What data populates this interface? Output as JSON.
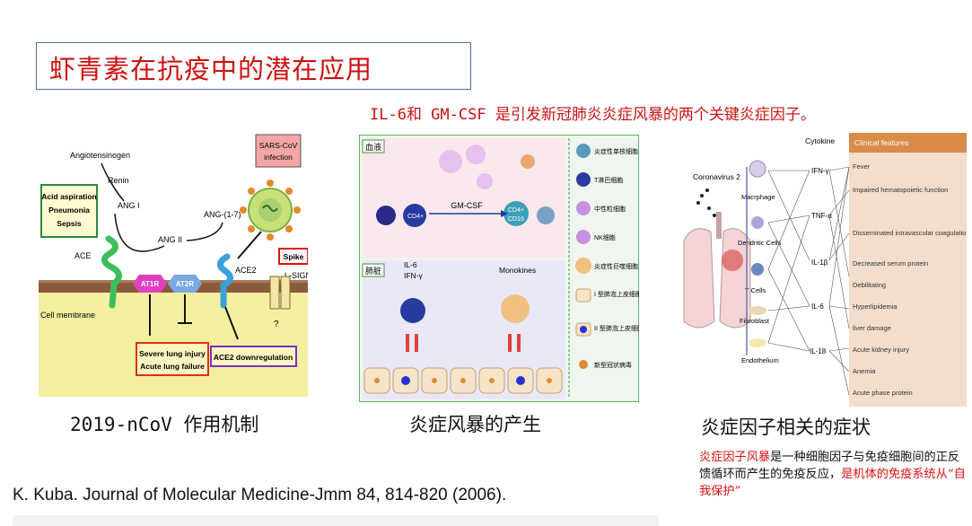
{
  "slide": {
    "title": "虾青素在抗疫中的潜在应用",
    "subtitle": "IL-6和 GM-CSF 是引发新冠肺炎炎症风暴的两个关键炎症因子。"
  },
  "mechanism": {
    "caption": "2019-nCoV 作用机制",
    "labels": {
      "angiotensinogen": "Angiotensinogen",
      "renin": "Renin",
      "ang1": "ANG I",
      "ang2": "ANG II",
      "ang17": "ANG-(1-7)",
      "ace": "ACE",
      "ace2": "ACE2",
      "lsign": "L-SIGN",
      "at1r": "AT1R",
      "at2r": "AT2R",
      "cell_membrane": "Cell membrane",
      "question": "?"
    },
    "boxes": {
      "conditions": [
        "Acid aspiration",
        "Pneumonia",
        "Sepsis"
      ],
      "virus": [
        "SARS-CoV",
        "infection"
      ],
      "spike": "Spike",
      "lung_injury": [
        "Severe lung injury",
        "Acute lung failure"
      ],
      "downregulation": "ACE2 downregulation"
    }
  },
  "storm": {
    "caption": "炎症风暴的产生",
    "region_top": "血液",
    "region_bottom": "肺脏",
    "labels": {
      "cd4_left": "CD4+",
      "gmcsf": "GM-CSF",
      "cd4_right": "CD4+",
      "cd14": "CD16",
      "il6": "IL-6",
      "ifn": "IFN-γ",
      "monokines": "Monokines"
    },
    "legend": [
      "炎症性单核细胞",
      "T淋巴细胞",
      "中性粒细胞",
      "NK细胞",
      "炎症性巨噬细胞",
      "I 型肺泡上皮细胞",
      "II 型肺泡上皮细胞",
      "新型冠状病毒"
    ]
  },
  "symptoms": {
    "caption": "炎症因子相关的症状",
    "header_cytokine": "Cytokine",
    "header_clinical": "Clinical features",
    "virus_label": "Coronavirus 2",
    "cells": [
      "Macrphage",
      "Dendritic Cells",
      "T Cells",
      "Fibroblast",
      "Endothelium"
    ],
    "cytokines": [
      "IFN-γ",
      "TNF-α",
      "IL-1β",
      "IL-6",
      "IL-18"
    ],
    "features": [
      "Fever",
      "Impaired hematopoietic function",
      "Disseminated intravascular coagulation",
      "Decreased serum protein",
      "Debilitating",
      "Hyperlipidemia",
      "liver damage",
      "Acute kidney injury",
      "Anemia",
      "Acute phase protein"
    ]
  },
  "note": {
    "red1": "炎症因子风暴",
    "black1": "是一种细胞因子与免疫细胞间的正反馈循环而产生的免疫反应，",
    "red2": "是机体的免疫系统从“自我保护”"
  },
  "reference": "K. Kuba. Journal of Molecular Medicine-Jmm 84, 814-820 (2006).",
  "colors": {
    "title_red": "#cc1111",
    "title_border": "#4a6fa5",
    "membrane": "#8b5a3c",
    "cyto": "#f5f0a0",
    "clinical_bg": "#f3ddcc",
    "clinical_header": "#d98b4a"
  }
}
